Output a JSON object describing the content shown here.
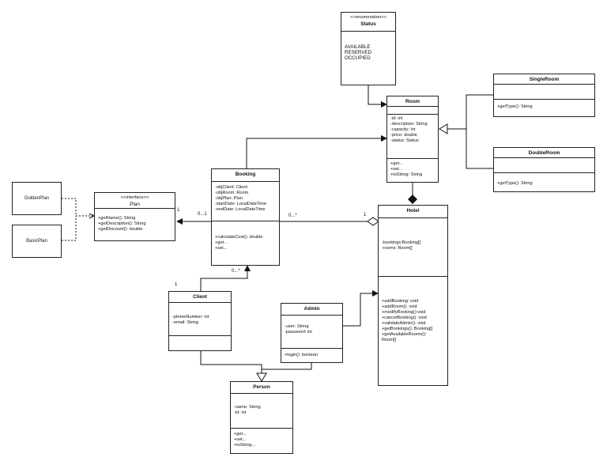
{
  "classes": {
    "status": {
      "stereotype": "<<enumeration>>",
      "name": "Status",
      "values": [
        "AVAILABLE",
        "RESERVED",
        "OCCUPIED"
      ]
    },
    "room": {
      "name": "Room",
      "attributes": [
        "-id: int",
        "-description: String",
        "-capacity: int",
        "-price: double",
        "-status: Status"
      ],
      "methods": [
        "+get...",
        "+set...",
        "+toString: String"
      ]
    },
    "singleroom": {
      "name": "SingleRoom",
      "methods": [
        "+getType(): String"
      ]
    },
    "doubleroom": {
      "name": "DoubleRoom",
      "methods": [
        "+getType(): String"
      ]
    },
    "booking": {
      "name": "Booking",
      "attributes": [
        "-objClient: Client",
        "-objRoom: Room",
        "-objPlan: Plan",
        "-startDate: LocalDateTime",
        "-endDate: LocalDateTime"
      ],
      "methods": [
        "+calculateCost(): double",
        "+get...",
        "+set..."
      ]
    },
    "plan": {
      "stereotype": "<<interface>>",
      "name": "Plan",
      "methods": [
        "+getName(): String",
        "+getDescription(): String",
        "+getDiscount(): double"
      ]
    },
    "goldenplan": {
      "name": "GoldenPlan"
    },
    "basicplan": {
      "name": "BasicPlan"
    },
    "hotel": {
      "name": "Hotel",
      "attributes": [
        "-bookings:Booking[]",
        "-rooms: Room[]"
      ],
      "methods": [
        "+addBooking: void",
        "+addRoom(): void",
        "+modifyBooking():void",
        "+cancelBooking(): void",
        "+validateAdmin(): void",
        "+getBookings(): Booking[]",
        "+getAvailableRooms():",
        "Room[]"
      ]
    },
    "client": {
      "name": "Client",
      "attributes": [
        "-phoneNumber: int",
        "-email: String"
      ]
    },
    "admin": {
      "name": "Admin",
      "attributes": [
        "-user: String",
        "-password: int"
      ],
      "methods": [
        "+login(): boolean"
      ]
    },
    "person": {
      "name": "Person",
      "attributes": [
        "-name: String",
        "-id: int"
      ],
      "methods": [
        "+get...",
        "+set...",
        "+toString..."
      ]
    }
  },
  "multiplicities": {
    "booking_plan_near_booking": "0...1",
    "booking_plan_near_plan": "1",
    "booking_hotel_near_booking": "0...*",
    "booking_hotel_near_hotel": "1",
    "client_booking_near_client": "1",
    "client_booking_near_booking": "0...*"
  }
}
